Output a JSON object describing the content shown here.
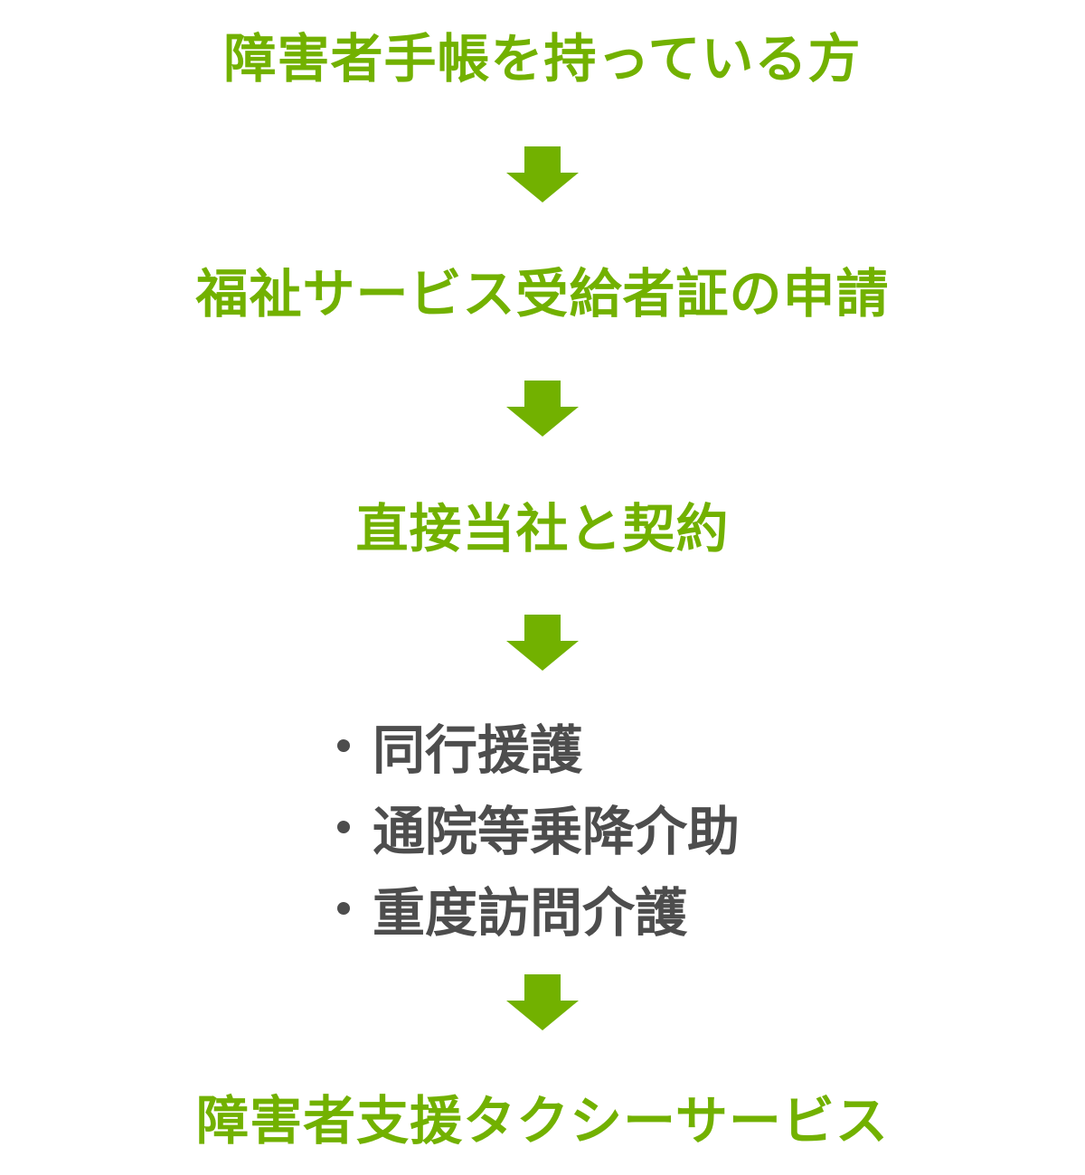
{
  "colors": {
    "step_text": "#72b100",
    "arrow": "#72b100",
    "service_text": "#4d4d4d"
  },
  "flow": {
    "step1": "障害者手帳を持っている方",
    "step2": "福祉サービス受給者証の申請",
    "step3": "直接当社と契約",
    "services": [
      "同行援護",
      "通院等乗降介助",
      "重度訪問介護"
    ],
    "step5": "障害者支援タクシーサービス"
  },
  "icons": {
    "arrow": "arrow-down-icon",
    "bullet": "bullet-icon"
  }
}
